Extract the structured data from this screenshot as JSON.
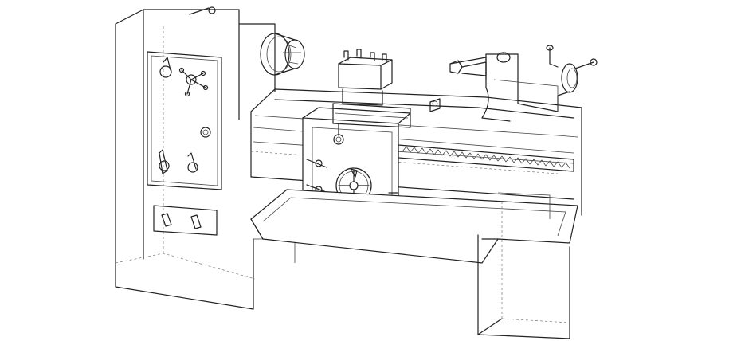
{
  "figure": {
    "subject": "lathe-machine-wireframe",
    "colors": {
      "background": "#ffffff",
      "line": "#222222",
      "hidden_line": "#777777"
    },
    "components": [
      "headstock",
      "chuck",
      "control-levers",
      "gearbox-panel",
      "feed-handwheel",
      "carriage",
      "cross-slide",
      "tool-post",
      "bed-ways",
      "lead-screw",
      "tailstock",
      "tailstock-handwheel",
      "chip-tray",
      "left-pedestal",
      "right-pedestal"
    ]
  }
}
